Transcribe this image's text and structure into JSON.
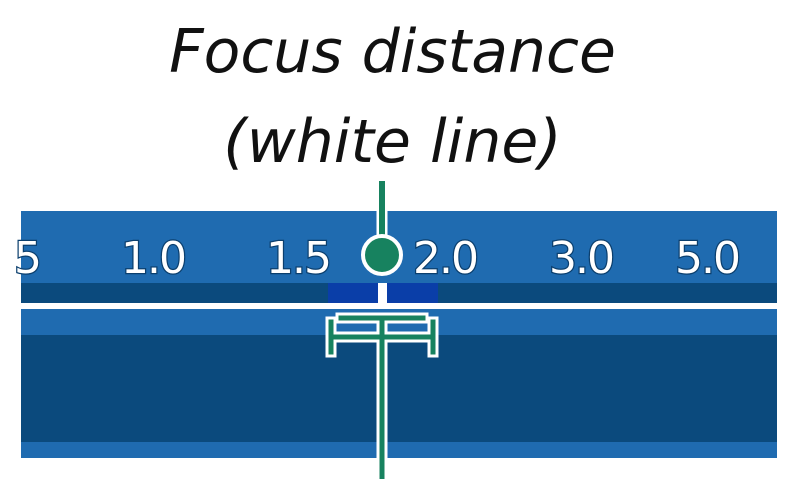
{
  "caption": {
    "line1": "Focus distance",
    "line2": "(white line)"
  },
  "scale": {
    "labels": [
      "5",
      "1.0",
      "1.5",
      "2.0",
      "3.0",
      "5.0"
    ]
  },
  "colors": {
    "bar_light": "#1f6bb0",
    "bar_dark": "#0b4a7d",
    "range_block": "#0a3ea8",
    "marker": "#17825f",
    "divider": "#ffffff"
  }
}
